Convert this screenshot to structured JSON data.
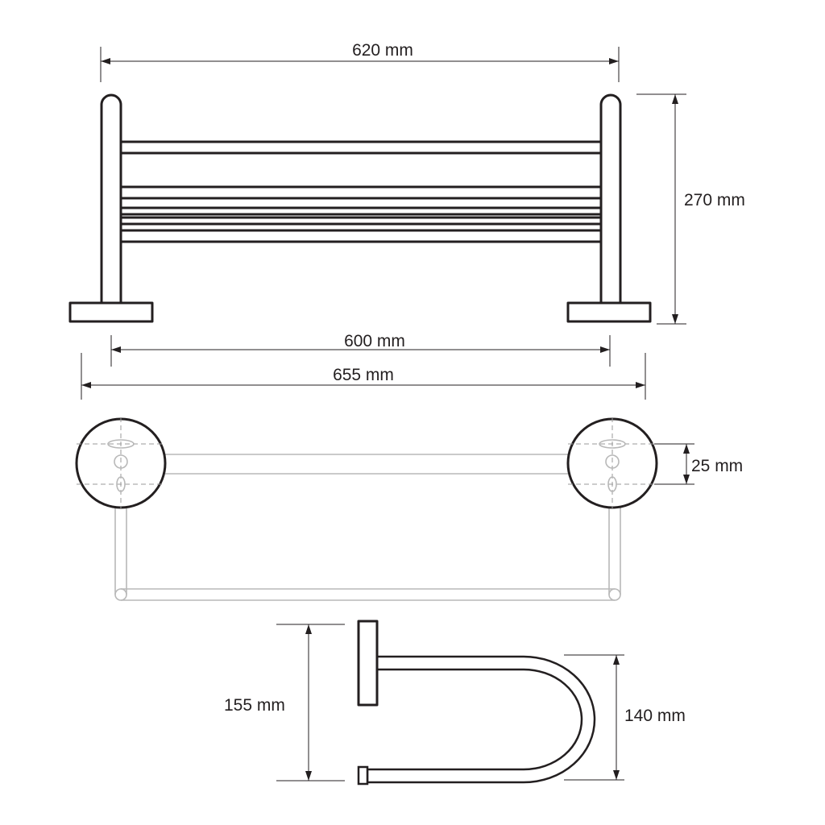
{
  "dimensions": {
    "top_width": "620 mm",
    "height": "270 mm",
    "inner_width": "600 mm",
    "overall_width": "655 mm",
    "flange_spacing": "25 mm",
    "projection": "155 mm",
    "bar_height": "140 mm"
  },
  "colors": {
    "line": "#231f20",
    "ghost": "#b8b8b8",
    "background": "#ffffff"
  }
}
